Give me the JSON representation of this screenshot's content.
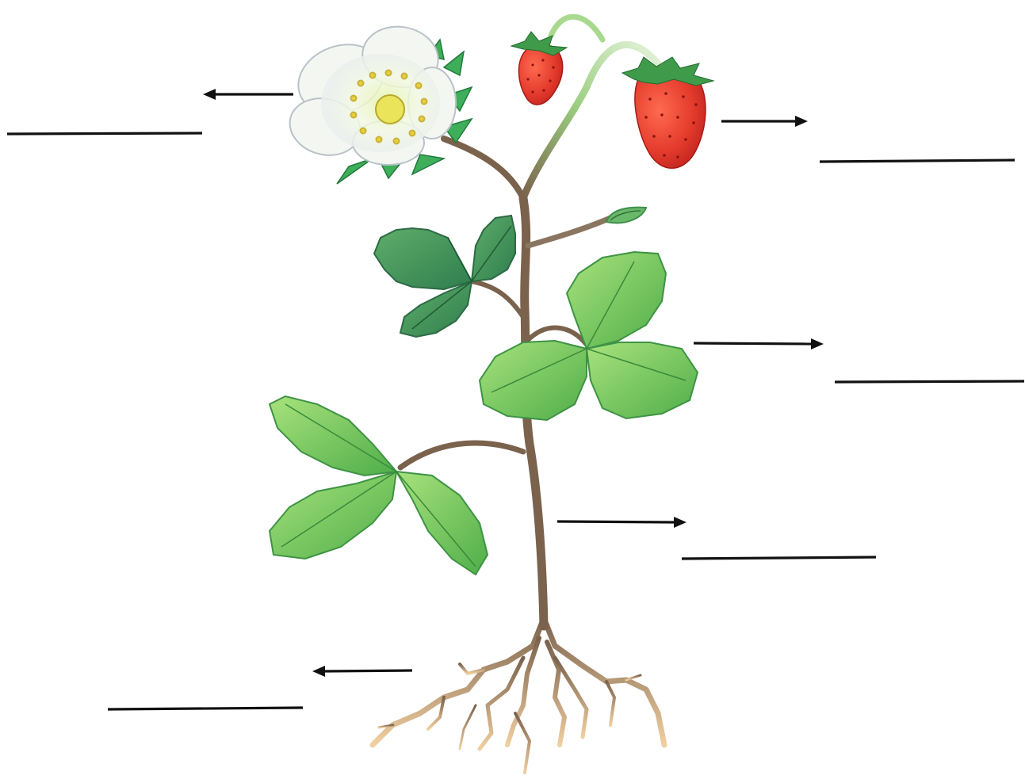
{
  "diagram": {
    "subject": "strawberry-plant",
    "parts": [
      "flower",
      "fruit",
      "leaf",
      "stem",
      "root"
    ],
    "labels": [
      "",
      "",
      "",
      "",
      ""
    ]
  },
  "colors": {
    "background": "#ffffff",
    "ink": "#111111",
    "stem": "#7a624d",
    "leaf_dark": "#3f8f5a",
    "leaf_light": "#8fd36a",
    "berry": "#e5342b",
    "petal": "#f4f6f2",
    "root": "#c7a47a"
  }
}
